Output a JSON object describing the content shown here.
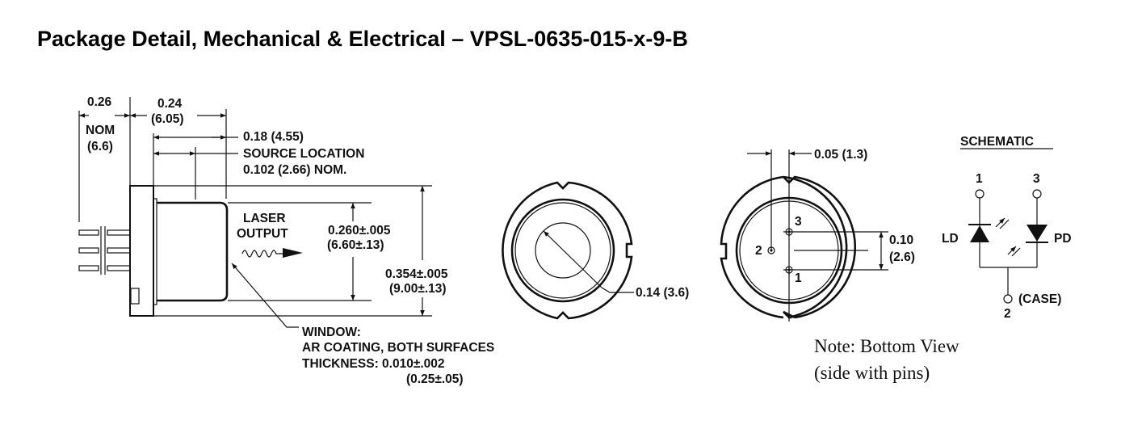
{
  "title": "Package Detail, Mechanical & Electrical – VPSL-0635-015-x-9-B",
  "side_view": {
    "pin_length": "0.26",
    "pin_length_nom": "NOM",
    "pin_length_mm": "(6.6)",
    "body_length": "0.24",
    "body_length_mm": "(6.05)",
    "cap_length": "0.18 (4.55)",
    "source_location_label": "SOURCE LOCATION",
    "source_location_value": "0.102 (2.66) NOM.",
    "laser_label_1": "LASER",
    "laser_label_2": "OUTPUT",
    "cap_diameter": "0.260±.005",
    "cap_diameter_mm": "(6.60±.13)",
    "flange_diameter": "0.354±.005",
    "flange_diameter_mm": "(9.00±.13)",
    "window_label": "WINDOW:",
    "window_coating": "AR COATING, BOTH SURFACES",
    "window_thickness": "THICKNESS:  0.010±.002",
    "window_thickness_mm": "(0.25±.05)"
  },
  "front_view": {
    "window_diameter": "0.14 (3.6)"
  },
  "bottom_view": {
    "pin_offset": "0.05 (1.3)",
    "pin_spacing": "0.10",
    "pin_spacing_mm": "(2.6)",
    "pins": [
      "1",
      "2",
      "3"
    ]
  },
  "schematic": {
    "title": "SCHEMATIC",
    "pin1": "1",
    "pin3": "3",
    "pin2": "2",
    "ld_label": "LD",
    "pd_label": "PD",
    "case_label": "(CASE)"
  },
  "note": {
    "line1": "Note: Bottom View",
    "line2": "(side with pins)"
  }
}
